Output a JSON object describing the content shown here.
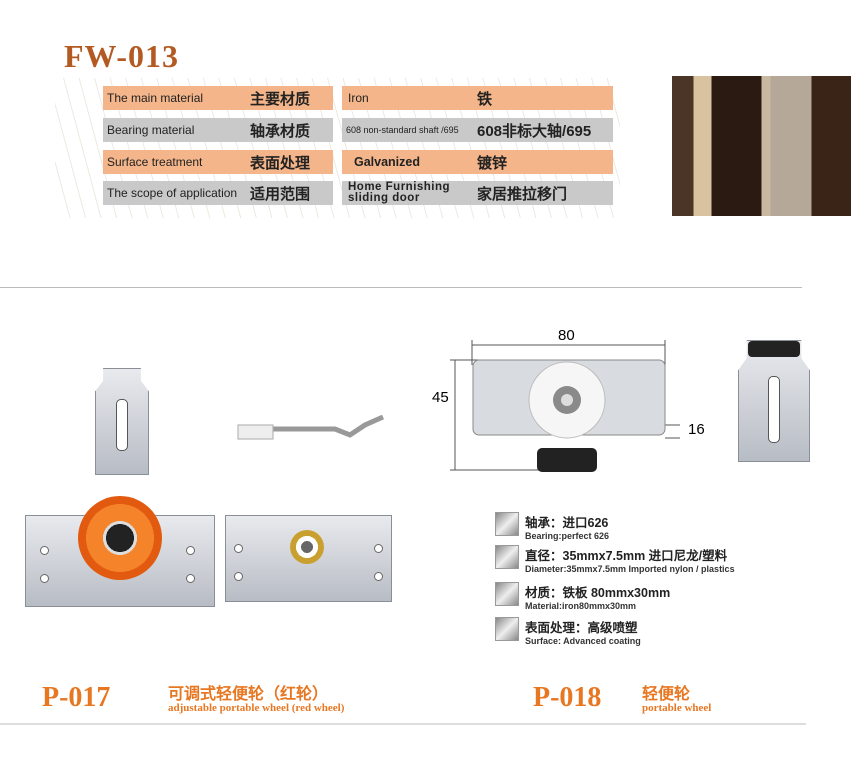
{
  "header": {
    "model": "FW-013"
  },
  "spec_table": [
    {
      "label_en": "The main material",
      "label_cn": "主要材质",
      "value_en": "Iron",
      "value_cn": "铁"
    },
    {
      "label_en": "Bearing material",
      "label_cn": "轴承材质",
      "value_en": "608 non-standard shaft /695",
      "value_cn": "608非标大轴/695"
    },
    {
      "label_en": "Surface treatment",
      "label_cn": "表面处理",
      "value_en": "Galvanized",
      "value_cn": "镀锌"
    },
    {
      "label_en": "The scope of application",
      "label_cn": "适用范围",
      "value_en": "Home Furnishing sliding door",
      "value_cn": "家居推拉移门"
    }
  ],
  "dimensions": {
    "width": "80",
    "height": "45",
    "offset": "16"
  },
  "specs": [
    {
      "cn": "轴承：进口626",
      "en": "Bearing:perfect 626"
    },
    {
      "cn": "直径：35mmx7.5mm 进口尼龙/塑料",
      "en": "Diameter:35mmx7.5mm Imported nylon / plastics"
    },
    {
      "cn": "材质：铁板 80mmx30mm",
      "en": "Material:iron80mmx30mm"
    },
    {
      "cn": "表面处理：高级喷塑",
      "en": "Surface: Advanced coating"
    }
  ],
  "products": [
    {
      "code": "P-017",
      "name_cn": "可调式轻便轮（红轮）",
      "name_en": "adjustable portable wheel (red wheel)"
    },
    {
      "code": "P-018",
      "name_cn": "轻便轮",
      "name_en": "portable wheel"
    }
  ]
}
